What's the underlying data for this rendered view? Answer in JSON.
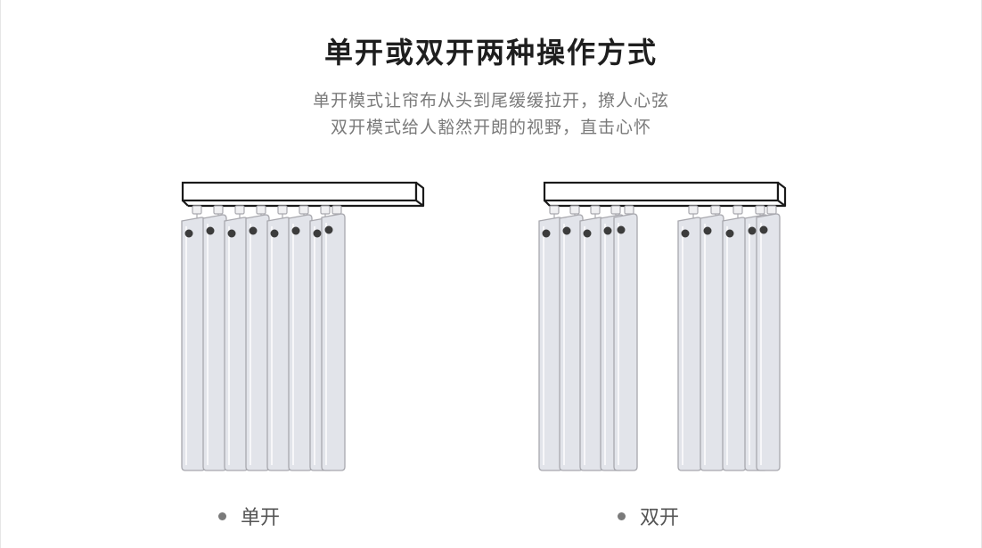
{
  "header": {
    "title": "单开或双开两种操作方式",
    "subtitle_line1": "单开模式让帘布从头到尾缓缓拉开，撩人心弦",
    "subtitle_line2": "双开模式给人豁然开朗的视野，直击心怀"
  },
  "captions": {
    "single": "单开",
    "double": "双开"
  },
  "colors": {
    "track_stroke": "#1a1a1a",
    "blade_fill": "#e2e4ea",
    "blade_stroke": "#a8a8ae",
    "hook_fill": "#3c3c3c",
    "caption_dot": "#7a7a7a"
  }
}
